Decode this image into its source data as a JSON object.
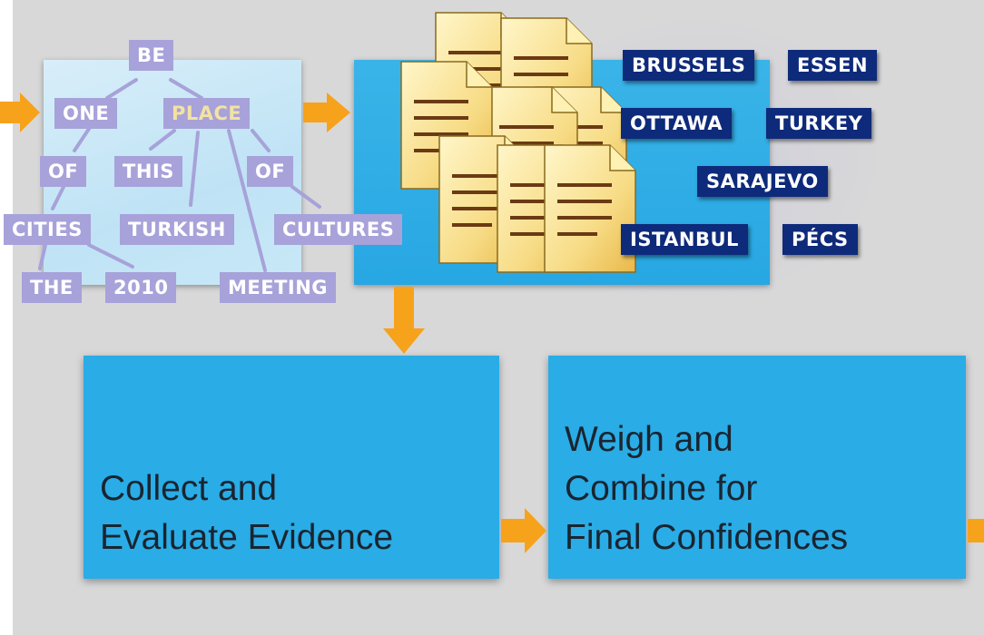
{
  "parse_tree": {
    "words": {
      "be": "BE",
      "one": "ONE",
      "place": "PLACE",
      "of1": "OF",
      "this": "THIS",
      "of2": "OF",
      "cities": "CITIES",
      "turkish": "TURKISH",
      "cultures": "CULTURES",
      "the": "THE",
      "year": "2010",
      "meeting": "MEETING"
    }
  },
  "candidates": {
    "brussels": "BRUSSELS",
    "essen": "ESSEN",
    "ottawa": "OTTAWA",
    "turkey": "TURKEY",
    "sarajevo": "SARAJEVO",
    "istanbul": "ISTANBUL",
    "pecs": "PÉCS"
  },
  "steps": {
    "collect": [
      "Collect and",
      "Evaluate Evidence"
    ],
    "weigh": [
      "Weigh and",
      "Combine for",
      "Final Confidences"
    ]
  },
  "colors": {
    "arrow": "#f7a21b",
    "panel_blue": "#2aace6",
    "word_purple": "#a7a2d9",
    "candidate_navy": "#0e2a7a",
    "highlight_word": "#f3e2a3"
  }
}
